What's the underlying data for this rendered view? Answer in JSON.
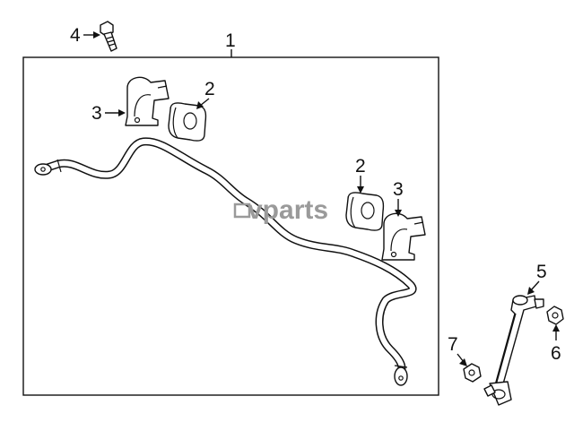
{
  "diagram": {
    "watermark": "vparts",
    "callouts": {
      "bar": "1",
      "bushing_left": "2",
      "bushing_right": "2",
      "bracket_left": "3",
      "bracket_right": "3",
      "bolt": "4",
      "link": "5",
      "link_nut": "6",
      "link_lower_nut": "7"
    },
    "colors": {
      "line": "#111111",
      "watermark": "#9a9a9a",
      "background": "#ffffff"
    }
  }
}
